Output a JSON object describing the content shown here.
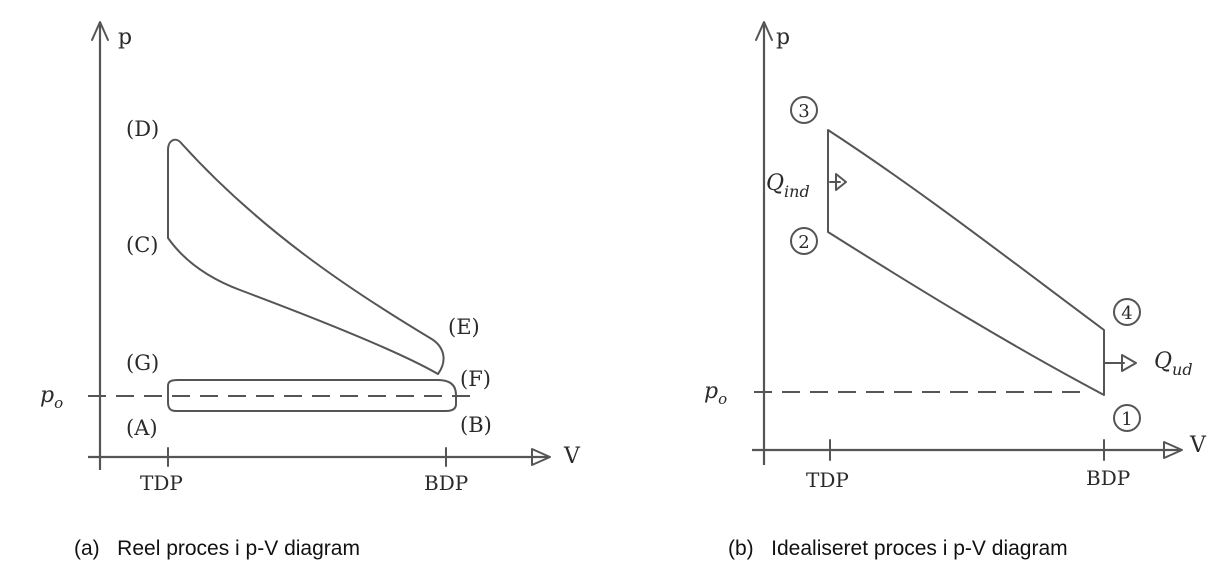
{
  "panel_a": {
    "y_axis_label": "p",
    "x_axis_label": "V",
    "po_label": "p",
    "po_sub": "o",
    "tdp_label": "TDP",
    "bdp_label": "BDP",
    "points": {
      "A": "(A)",
      "B": "(B)",
      "C": "(C)",
      "D": "(D)",
      "E": "(E)",
      "F": "(F)",
      "G": "(G)"
    },
    "caption": "(a)   Reel proces i p-V diagram"
  },
  "panel_b": {
    "y_axis_label": "p",
    "x_axis_label": "V",
    "po_label": "p",
    "po_sub": "o",
    "tdp_label": "TDP",
    "bdp_label": "BDP",
    "states": [
      "1",
      "2",
      "3",
      "4"
    ],
    "q_in_main": "Q",
    "q_in_sub": "ind",
    "q_out_main": "Q",
    "q_out_sub": "ud",
    "caption": "(b)   Idealiseret proces i p-V diagram"
  }
}
